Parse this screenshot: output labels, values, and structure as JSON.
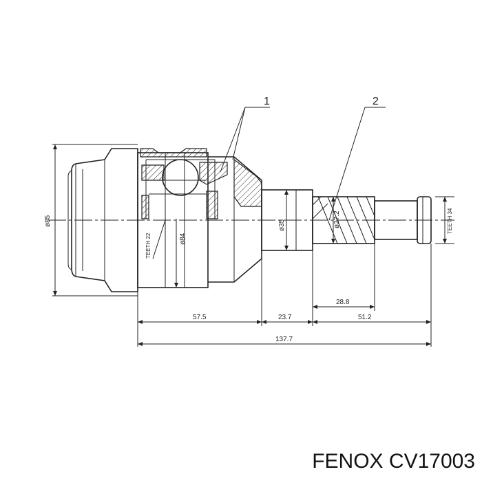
{
  "callouts": {
    "first": "1",
    "second": "2"
  },
  "dimensions": {
    "housing_dia": "ø85",
    "body_dia": "ø84",
    "shaft_dia": "ø35",
    "spline_dia": "ø27.2",
    "teeth_inner": "TEETH 22",
    "teeth_outer": "TEETH 34",
    "len_housing": "57.5",
    "len_neck": "23.7",
    "len_spline": "28.8",
    "len_shaft": "51.2",
    "len_total": "137.7"
  },
  "caption": "FENOX CV17003",
  "colors": {
    "line": "#222222",
    "background": "#ffffff"
  }
}
